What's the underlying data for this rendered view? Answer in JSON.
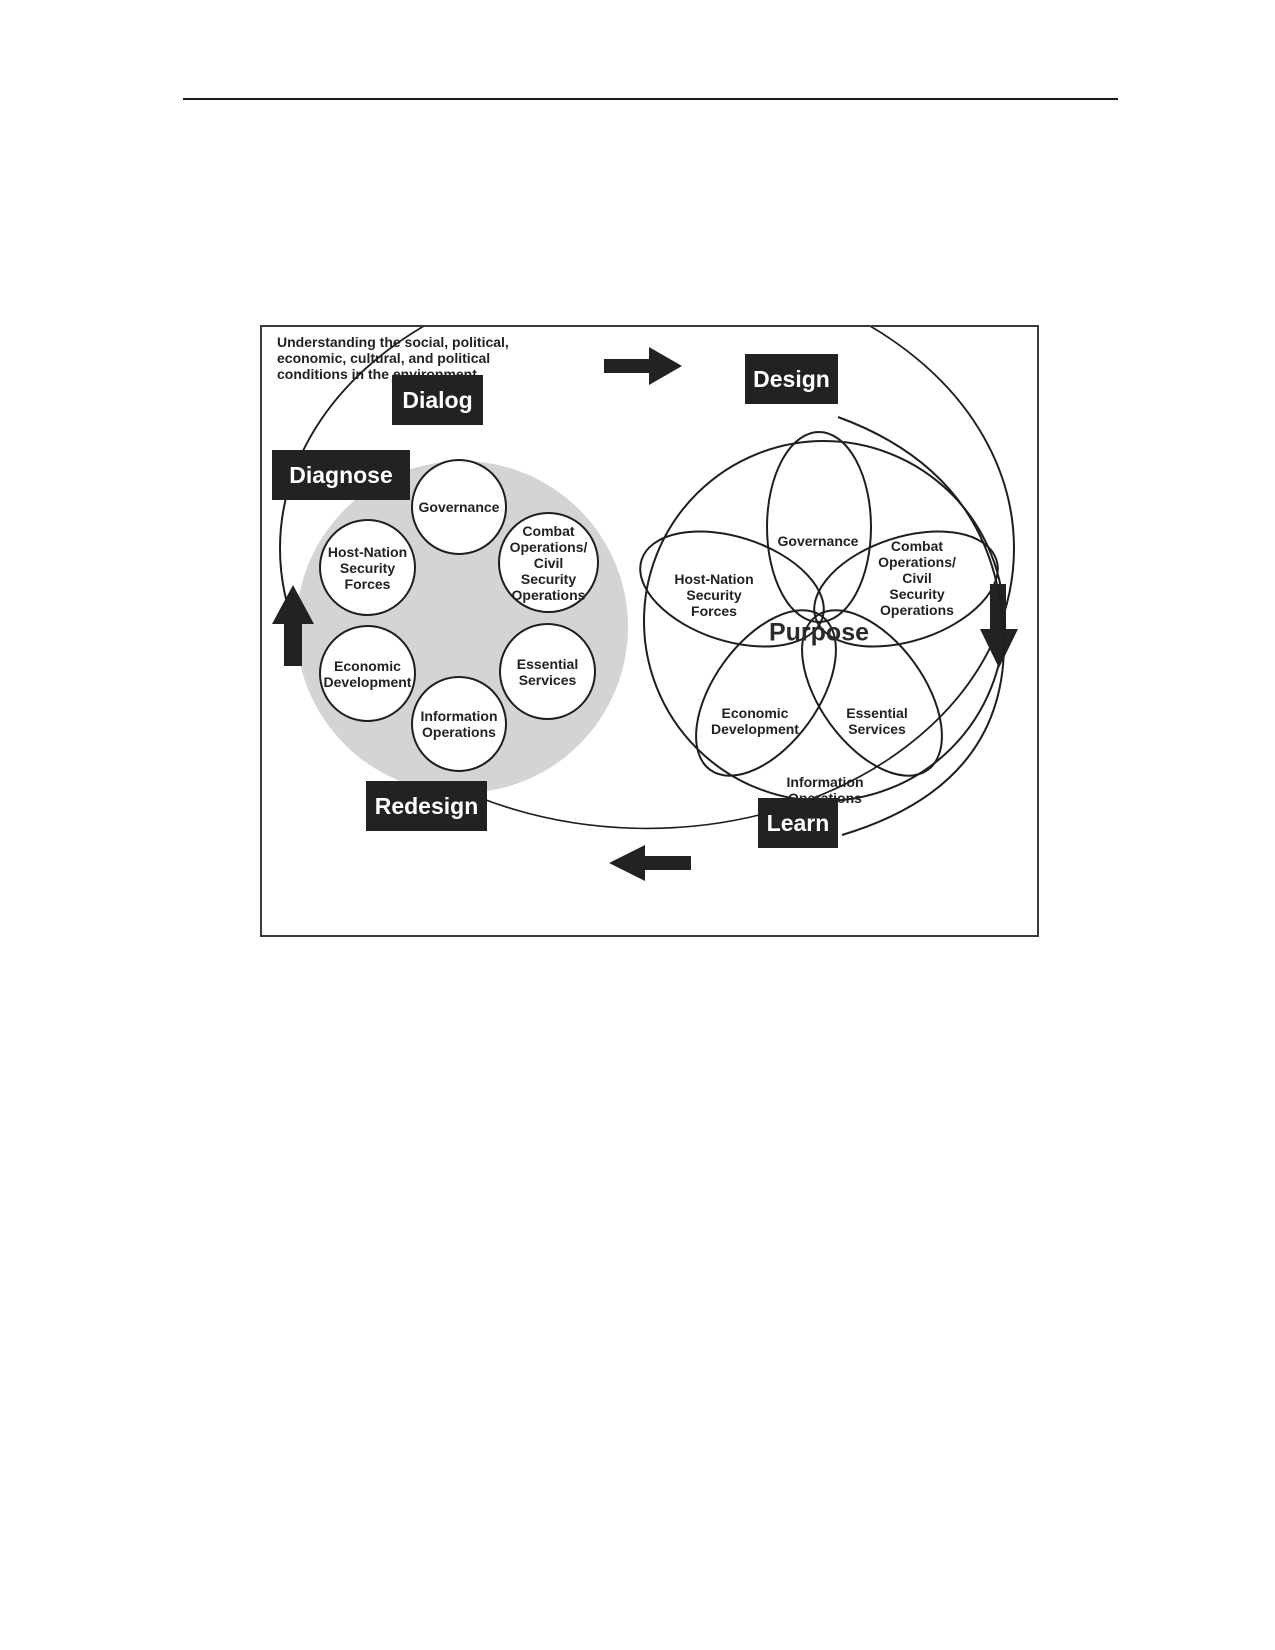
{
  "caption": {
    "lines": [
      "Understanding the social, political,",
      "economic, cultural, and political",
      "conditions in the environment"
    ]
  },
  "stages": {
    "dialog": "Dialog",
    "design": "Design",
    "diagnose": "Diagnose",
    "learn": "Learn",
    "redesign": "Redesign"
  },
  "left_cluster": {
    "governance": "Governance",
    "combat": [
      "Combat",
      "Operations/",
      "Civil",
      "Security",
      "Operations"
    ],
    "host_nation": [
      "Host-Nation",
      "Security",
      "Forces"
    ],
    "economic": [
      "Economic",
      "Development"
    ],
    "essential": [
      "Essential",
      "Services"
    ],
    "information": [
      "Information",
      "Operations"
    ]
  },
  "right_flower": {
    "center": "Purpose",
    "governance": "Governance",
    "combat": [
      "Combat",
      "Operations/",
      "Civil",
      "Security",
      "Operations"
    ],
    "host_nation": [
      "Host-Nation",
      "Security",
      "Forces"
    ],
    "economic": [
      "Economic",
      "Development"
    ],
    "essential": [
      "Essential",
      "Services"
    ],
    "information": [
      "Information",
      "Operations"
    ]
  },
  "colors": {
    "label_box": "#222222",
    "label_text": "#ffffff",
    "shade": "#d4d4d4",
    "line": "#1e1e1e"
  }
}
